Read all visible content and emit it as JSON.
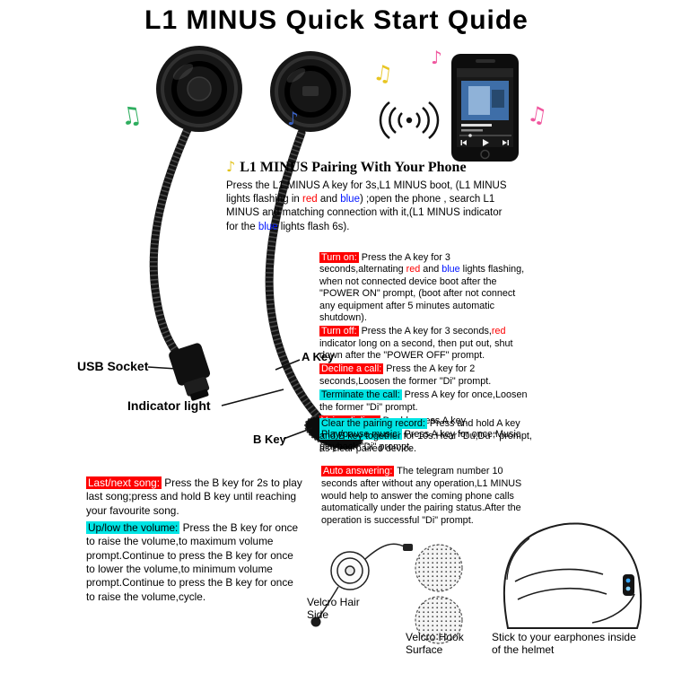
{
  "title": "L1 MINUS Quick Start Quide",
  "pairing": {
    "note_icon": "♪",
    "heading": "L1 MINUS Pairing With Your Phone",
    "segments": [
      {
        "text": "Press the L1 MINUS A key for 3s,L1 MINUS boot, (L1 MINUS lights flashing in ",
        "color": "default"
      },
      {
        "text": "red",
        "color": "red"
      },
      {
        "text": " and ",
        "color": "default"
      },
      {
        "text": "blue",
        "color": "blue"
      },
      {
        "text": ") ;open the phone , search L1 MINUS and matching connection with it,(L1 MINUS indicator for the ",
        "color": "default"
      },
      {
        "text": "blue",
        "color": "blue"
      },
      {
        "text": " lights flash 6s).",
        "color": "default"
      }
    ]
  },
  "device_labels": {
    "usb_socket": "USB Socket",
    "indicator_light": "Indicator light",
    "a_key": "A Key",
    "b_key": "B Key"
  },
  "instructions_right": [
    {
      "label": "Turn on:",
      "label_color": "red",
      "segments": [
        {
          "text": " Press the A key for 3 seconds,alternating ",
          "color": "default"
        },
        {
          "text": "red",
          "color": "red"
        },
        {
          "text": " and ",
          "color": "default"
        },
        {
          "text": "blue",
          "color": "blue"
        },
        {
          "text": " lights flashing, when not connected device boot after the \"POWER ON\" prompt, (boot after not connect any equipment after 5 minutes automatic shutdown).",
          "color": "default"
        }
      ]
    },
    {
      "label": "Turn off:",
      "label_color": "red",
      "segments": [
        {
          "text": " Press the A key for 3 seconds,",
          "color": "default"
        },
        {
          "text": "red",
          "color": "red"
        },
        {
          "text": " indicator long on a second, then put out, shut down after the \"POWER OFF\" prompt.",
          "color": "default"
        }
      ]
    },
    {
      "label": "Decline a call:",
      "label_color": "red",
      "segments": [
        {
          "text": " Press  the  A  key for 2 seconds,Loosen the former \"Di\" prompt.",
          "color": "default"
        }
      ]
    },
    {
      "label": "Terminate the call:",
      "label_color": "cyan",
      "segments": [
        {
          "text": " Press A key for once,Loosen the former \"Di\" prompt.",
          "color": "default"
        }
      ]
    },
    {
      "label": "Voice  dialing:",
      "label_color": "red",
      "segments": [
        {
          "text": " Double press A key.",
          "color": "default"
        }
      ]
    },
    {
      "label": "Play/pause music:",
      "label_color": "cyan",
      "segments": [
        {
          "text": " Press A key for once,Music playback \"Di\" prompt.",
          "color": "default"
        }
      ]
    }
  ],
  "clear_pairing": {
    "label": "Clear the pairing record:",
    "label_color": "cyan",
    "segments": [
      {
        "text": " Press and hold A key and B key together for 10s.Hear \"Du,Du \" prompt, as clear paired device.",
        "color": "default"
      }
    ]
  },
  "auto_answer": {
    "label": "Auto answering:",
    "label_color": "red",
    "segments": [
      {
        "text": " The telegram number 10 seconds after without any operation,L1 MINUS would help to answer the coming phone calls automatically under the pairing status.After the operation is successful \"Di\" prompt.",
        "color": "default"
      }
    ]
  },
  "instructions_left": [
    {
      "label": "Last/next song:",
      "label_color": "red",
      "segments": [
        {
          "text": " Press the B key for 2s to play last song;press and hold B key until reaching your favourite song.",
          "color": "default"
        }
      ]
    },
    {
      "label": "Up/low the volume:",
      "label_color": "cyan",
      "segments": [
        {
          "text": " Press the B key for once to raise the volume,to maximum volume prompt.Continue to press the B key for once to lower the volume,to minimum volume prompt.Continue to press the B key for once to raise the volume,cycle.",
          "color": "default"
        }
      ]
    }
  ],
  "bottom_labels": {
    "velcro_hair": "Velcro Hair Side",
    "velcro_hook": "Velcro Hook Surface",
    "stick_note": "Stick to your earphones inside of the helmet"
  },
  "music_notes": [
    "♫",
    "♪",
    "♫",
    "♪",
    "♫"
  ],
  "colors": {
    "highlight_red": "#fe0000",
    "highlight_cyan": "#00e4e4",
    "accent_red": "#fe0000",
    "accent_blue": "#0014ff",
    "indicator_blue": "#35a7ff"
  }
}
